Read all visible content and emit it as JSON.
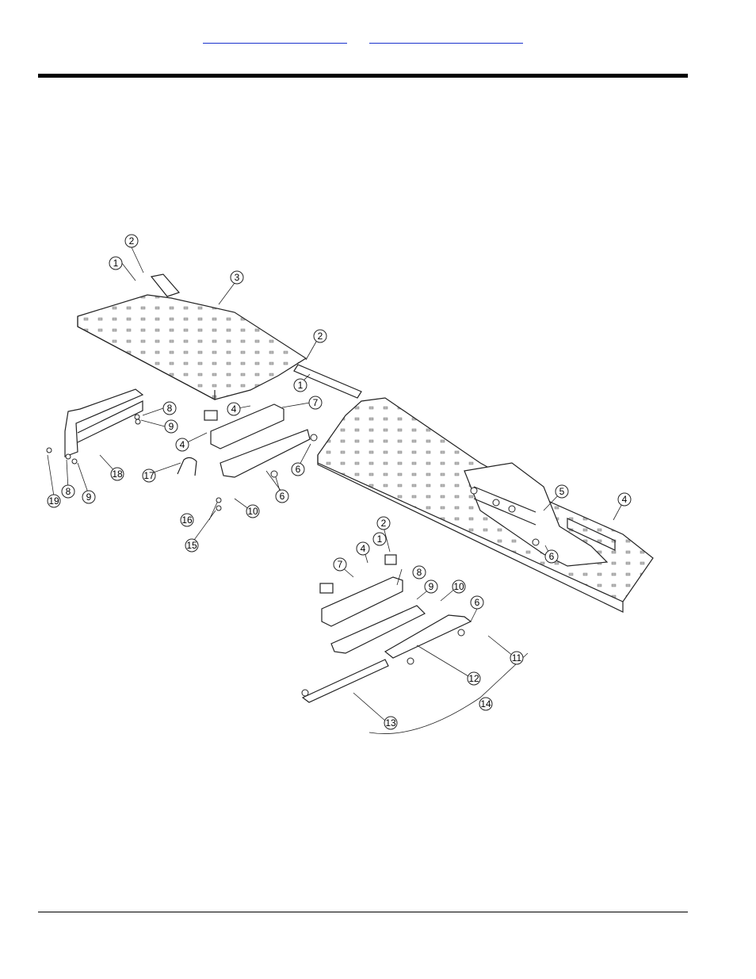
{
  "header": {
    "links": [
      "",
      ""
    ]
  },
  "figure": {
    "callouts": [
      "1",
      "2",
      "3",
      "4",
      "5",
      "6",
      "7",
      "8",
      "9",
      "10",
      "11",
      "12",
      "13",
      "14",
      "15",
      "16",
      "17",
      "18",
      "19"
    ]
  }
}
